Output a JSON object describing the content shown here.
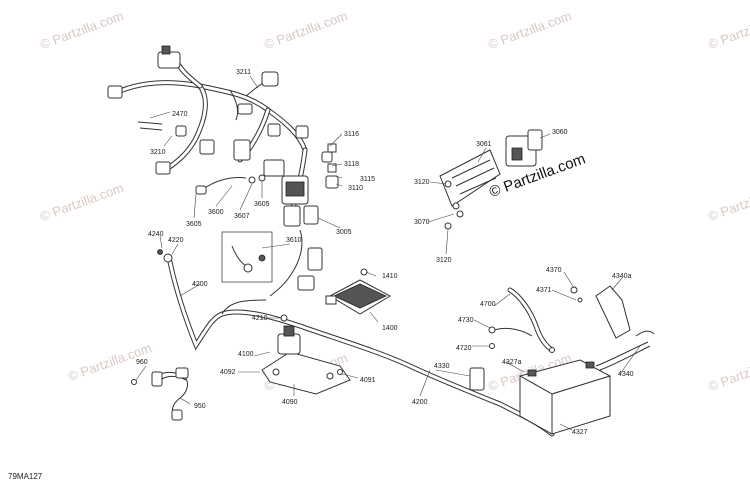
{
  "watermark_text": "© Partzilla.com",
  "brand_text": "© Partzilla.com",
  "figure_code": "79MA127",
  "part_numbers": [
    {
      "id": "p3211",
      "text": "3211"
    },
    {
      "id": "p2470",
      "text": "2470"
    },
    {
      "id": "p3210",
      "text": "3210"
    },
    {
      "id": "p3116",
      "text": "3116"
    },
    {
      "id": "p3118",
      "text": "3118"
    },
    {
      "id": "p3115",
      "text": "3115"
    },
    {
      "id": "p3110",
      "text": "3110"
    },
    {
      "id": "p3005",
      "text": "3005"
    },
    {
      "id": "p3605a",
      "text": "3605"
    },
    {
      "id": "p3600",
      "text": "3600"
    },
    {
      "id": "p3607",
      "text": "3607"
    },
    {
      "id": "p3605b",
      "text": "3605"
    },
    {
      "id": "p3610",
      "text": "3610"
    },
    {
      "id": "p4240",
      "text": "4240"
    },
    {
      "id": "p4220",
      "text": "4220"
    },
    {
      "id": "p4200a",
      "text": "4200"
    },
    {
      "id": "p1410",
      "text": "1410"
    },
    {
      "id": "p1400",
      "text": "1400"
    },
    {
      "id": "p4210",
      "text": "4210"
    },
    {
      "id": "p4100",
      "text": "4100"
    },
    {
      "id": "p4092",
      "text": "4092"
    },
    {
      "id": "p4091",
      "text": "4091"
    },
    {
      "id": "p4090",
      "text": "4090"
    },
    {
      "id": "p960",
      "text": "960"
    },
    {
      "id": "p950",
      "text": "950"
    },
    {
      "id": "p3061",
      "text": "3061"
    },
    {
      "id": "p3060",
      "text": "3060"
    },
    {
      "id": "p3120a",
      "text": "3120"
    },
    {
      "id": "p3070",
      "text": "3070"
    },
    {
      "id": "p3120b",
      "text": "3120"
    },
    {
      "id": "p4370",
      "text": "4370"
    },
    {
      "id": "p4371",
      "text": "4371"
    },
    {
      "id": "p4340a",
      "text": "4340a"
    },
    {
      "id": "p4700",
      "text": "4700"
    },
    {
      "id": "p4730",
      "text": "4730"
    },
    {
      "id": "p4720",
      "text": "4720"
    },
    {
      "id": "p4327a",
      "text": "4327a"
    },
    {
      "id": "p4330",
      "text": "4330"
    },
    {
      "id": "p4200b",
      "text": "4200"
    },
    {
      "id": "p4340",
      "text": "4340"
    },
    {
      "id": "p4327",
      "text": "4327"
    }
  ]
}
